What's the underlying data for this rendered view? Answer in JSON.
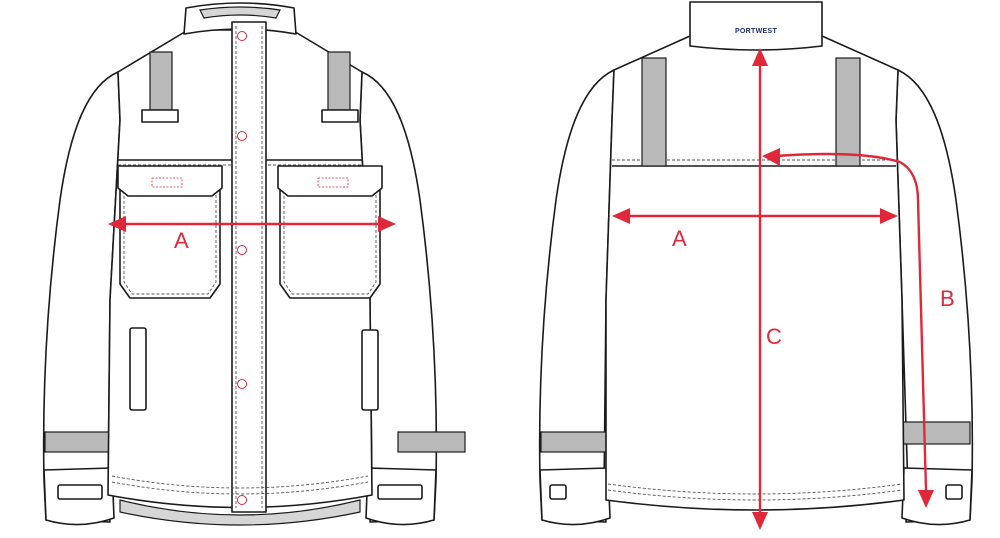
{
  "front_view": {
    "labels": {
      "chest_width": "A"
    }
  },
  "back_view": {
    "logo_text": "PORTWEST",
    "labels": {
      "chest_width": "A",
      "sleeve_length": "B",
      "body_length": "C"
    }
  },
  "colors": {
    "measurement": "#e0283b",
    "reflective_tape": "#b9b9b9",
    "outline": "#1a1a1a",
    "logo": "#1b2a6b"
  }
}
